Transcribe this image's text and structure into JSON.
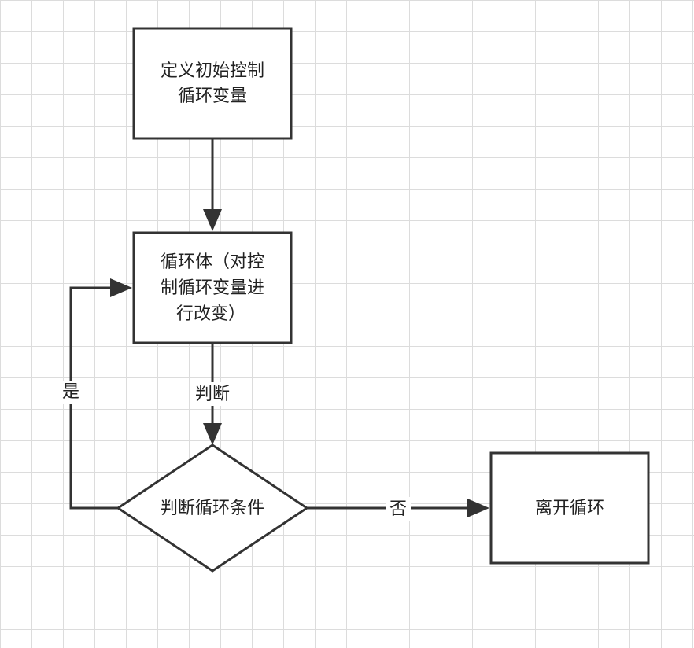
{
  "nodes": {
    "init": {
      "lines": [
        "定义初始控制",
        "循环变量"
      ]
    },
    "body": {
      "lines": [
        "循环体（对控",
        "制循环变量进",
        "行改变）"
      ]
    },
    "decision": {
      "lines": [
        "判断循环条件"
      ]
    },
    "exit": {
      "lines": [
        "离开循环"
      ]
    }
  },
  "edges": {
    "judge": {
      "label": "判断"
    },
    "yes": {
      "label": "是"
    },
    "no": {
      "label": "否"
    }
  },
  "colors": {
    "stroke": "#333333",
    "grid": "#dcdcdc",
    "background": "#ffffff"
  }
}
